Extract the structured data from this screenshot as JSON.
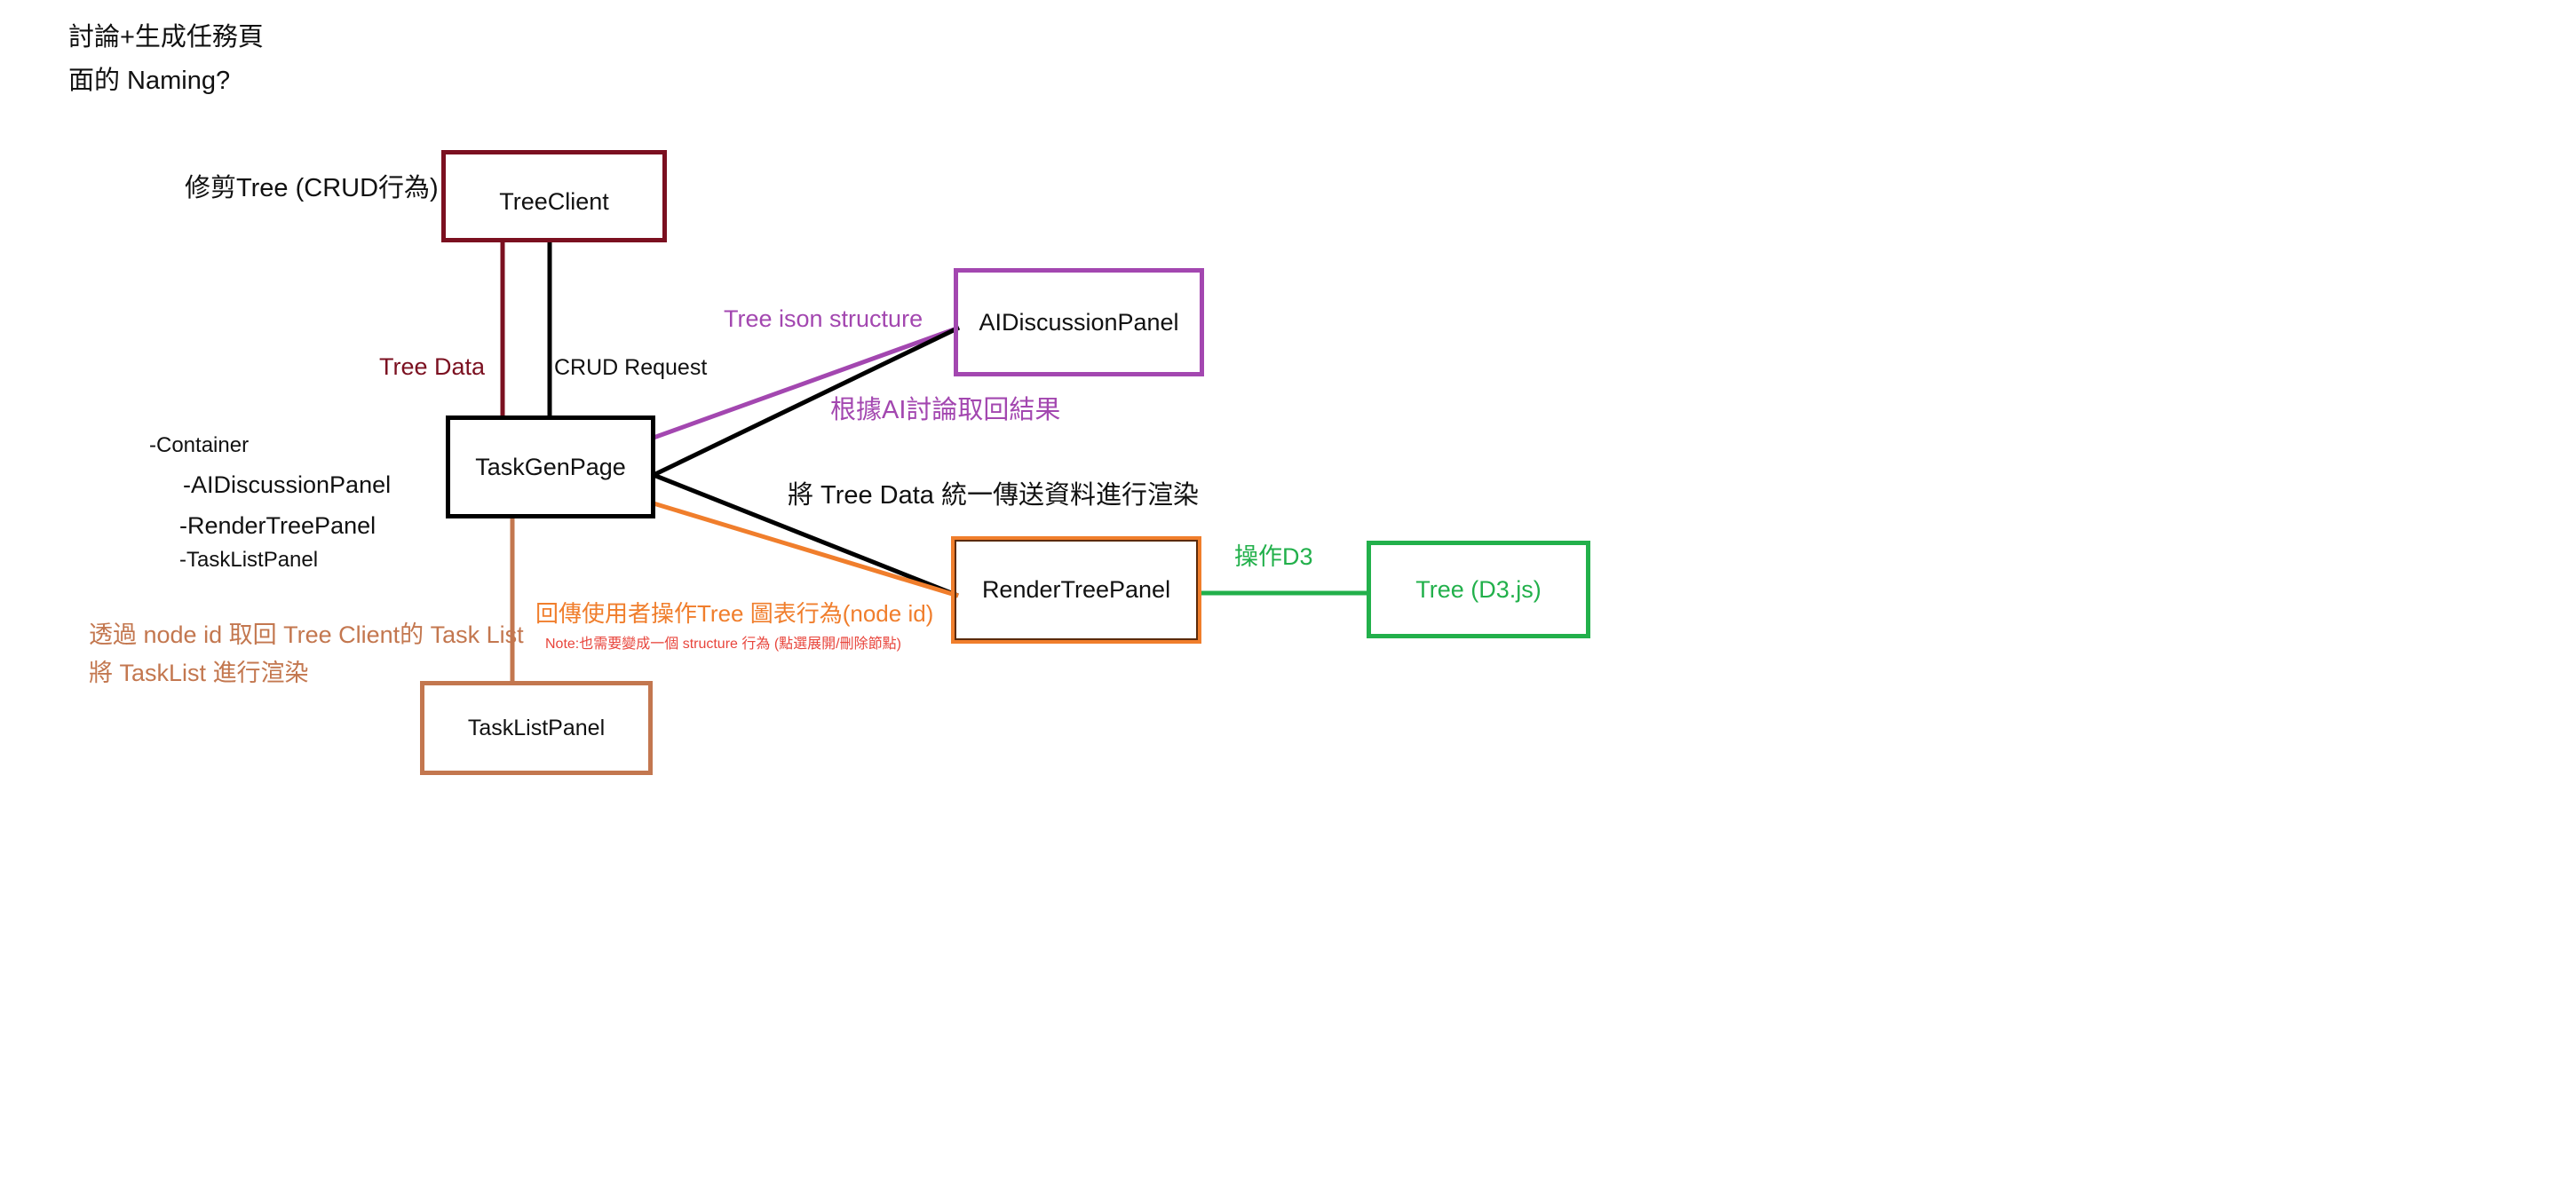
{
  "title": {
    "line1": "討論+生成任務頁",
    "line2": "面的 Naming?"
  },
  "boxes": {
    "tree_client": "TreeClient",
    "task_gen_page": "TaskGenPage",
    "ai_discussion_panel": "AIDiscussionPanel",
    "render_tree_panel": "RenderTreePanel",
    "tree_d3": "Tree (D3.js)",
    "task_list_panel": "TaskListPanel"
  },
  "labels": {
    "prune_tree": "修剪Tree (CRUD行為)",
    "tree_data": "Tree Data",
    "crud_request": "CRUD Request",
    "tree_json_structure": "Tree ison structure",
    "ai_result": "根據AI討論取回結果",
    "render_all": "將 Tree Data 統一傳送資料進行渲染",
    "operate_d3": "操作D3",
    "return_user_action": "回傳使用者操作Tree 圖表行為(node id)",
    "note": "Note:也需要變成一個 structure 行為 (點選展開/刪除節點)",
    "task_list_line1": "透過 node id  取回 Tree Client的 Task List",
    "task_list_line2": "將 TaskList 進行渲染"
  },
  "container_list": {
    "root": "-Container",
    "items": [
      "-AIDiscussionPanel",
      "-RenderTreePanel",
      "-TaskListPanel"
    ]
  },
  "colors": {
    "dark_red": "#7b1020",
    "purple": "#a347b0",
    "orange": "#f07e2c",
    "green": "#22b04b",
    "brown": "#c3774f",
    "black": "#000000",
    "note_red": "#e8453c"
  }
}
